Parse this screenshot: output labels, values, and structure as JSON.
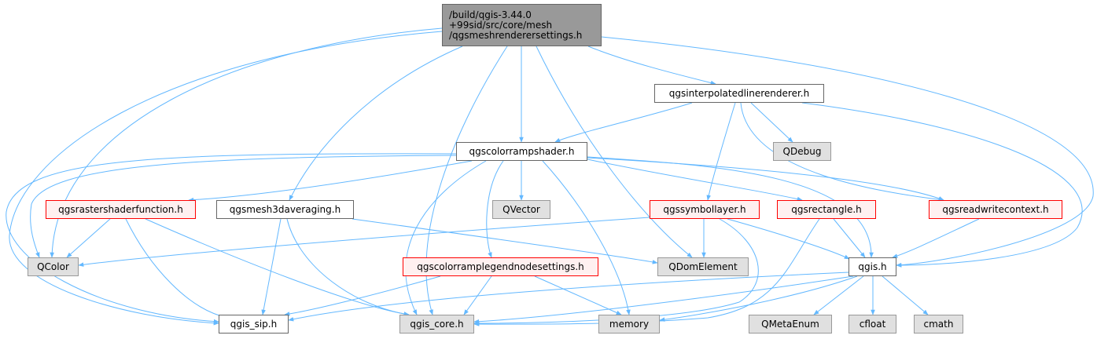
{
  "root": {
    "lines": [
      "/build/qgis-3.44.0",
      "+99sid/src/core/mesh",
      "/qgsmeshrenderersettings.h"
    ]
  },
  "nodes": {
    "interp": "qgsinterpolatedlinerenderer.h",
    "colorramp": "qgscolorrampshader.h",
    "qdebug": "QDebug",
    "rastershader": "qgsrastershaderfunction.h",
    "mesh3d": "qgsmesh3daveraging.h",
    "qvector": "QVector",
    "symbollayer": "qgssymbollayer.h",
    "rectangle": "qgsrectangle.h",
    "readwrite": "qgsreadwritecontext.h",
    "qcolor": "QColor",
    "legendnode": "qgscolorramplegendnodesettings.h",
    "qdom": "QDomElement",
    "qgis": "qgis.h",
    "sip": "qgis_sip.h",
    "core": "qgis_core.h",
    "memory": "memory",
    "qmetaenum": "QMetaEnum",
    "cfloat": "cfloat",
    "cmath": "cmath"
  },
  "colors": {
    "edge": "#63b8ff",
    "arrow": "#63b8ff"
  }
}
